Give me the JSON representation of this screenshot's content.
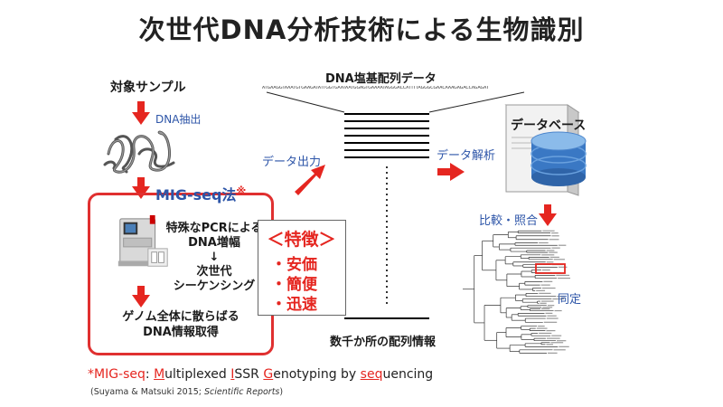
{
  "title": "次世代DNA分析技術による生物識別",
  "sample_label": "対象サンプル",
  "dna_extraction_label": "DNA抽出",
  "mig_seq": {
    "title": "MIG-seq法",
    "asterisk": "※"
  },
  "pcr_text": {
    "line1": "特殊なPCRによる",
    "line2": "DNA増幅",
    "arrow": "↓",
    "line3": "次世代",
    "line4": "シーケンシング"
  },
  "genome_text": {
    "line1": "ゲノム全体に散らばる",
    "line2": "DNA情報取得"
  },
  "features": {
    "heading": "＜特徴＞",
    "items": [
      "・安価",
      "・簡便",
      "・迅速"
    ]
  },
  "data_output_label": "データ出力",
  "sequence_data": {
    "label": "DNA塩基配列データ",
    "sequence": "ATGAAGGTAAATGTGAAGATATTGGTGAATAATGGAGTGAAAATAGGGACCATTTTAGGGCGAACAAAGAGACCAGAGAT"
  },
  "data_analysis_label": "データ解析",
  "database_label": "データベース",
  "compare_label": "比較・照合",
  "identify_label": "同定",
  "count_label": "数千か所の配列情報",
  "footnote": {
    "star": "*",
    "parts": [
      {
        "t": "MIG-seq",
        "c": "#e52620"
      },
      {
        "t": ": ",
        "c": "#222"
      },
      {
        "t": "M",
        "c": "#e52620",
        "u": true
      },
      {
        "t": "ultiplexed ",
        "c": "#222"
      },
      {
        "t": "I",
        "c": "#e52620",
        "u": true
      },
      {
        "t": "SSR ",
        "c": "#222"
      },
      {
        "t": "G",
        "c": "#e52620",
        "u": true
      },
      {
        "t": "enotyping by ",
        "c": "#222"
      },
      {
        "t": "seq",
        "c": "#e52620",
        "u": true
      },
      {
        "t": "uencing",
        "c": "#222"
      }
    ]
  },
  "reference": {
    "authors": "(Suyama & Matsuki 2015; ",
    "journal": "Scientific Reports",
    "close": ")"
  },
  "colors": {
    "accent_red": "#e52620",
    "label_blue": "#2d55a8",
    "db_blue": "#3a78c4"
  }
}
